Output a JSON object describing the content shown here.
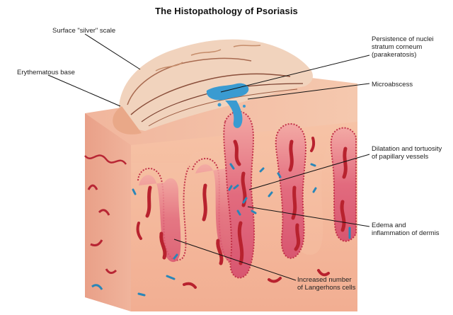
{
  "title": "The Histopathology of Psoriasis",
  "labels": {
    "silver_scale": "Surface \"silver\" scale",
    "erythematous_base": "Erythematous base",
    "parakeratosis_1": "Persistence of nuclei",
    "parakeratosis_2": "stratum corneum",
    "parakeratosis_3": "(parakeratosis)",
    "microabscess": "Microabscess",
    "vessels_1": "Dilatation and tortuosity",
    "vessels_2": "of papillary vessels",
    "edema_1": "Edema and",
    "edema_2": "inflammation of dermis",
    "langerhans_1": "Increased number",
    "langerhans_2": "of Langerhons cells"
  },
  "colors": {
    "skin_light": "#f7c9ad",
    "skin_mid": "#eea68c",
    "papilla": "#e0627a",
    "vessel": "#b8222e",
    "scale": "#f1d3bd",
    "microabscess": "#3a9bd1",
    "langerhans": "#2a86b8"
  }
}
